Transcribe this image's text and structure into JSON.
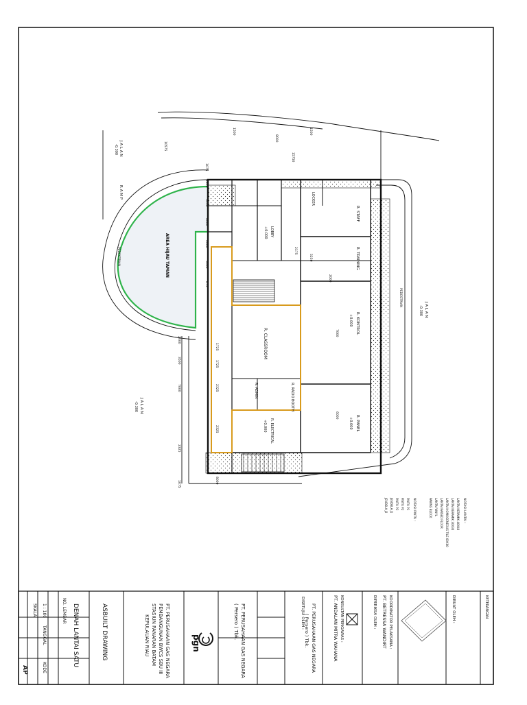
{
  "title_block": {
    "drawing_type": "ASBUILT DRAWING",
    "drawing_title": "DENAH LANTAI SATU",
    "company_lines": [
      "PT. PERUSAHAAN GAS NEGARA",
      "PEMBANGUNAN BWCS SBU III",
      "STASIUN PANARAN BATAM",
      "KEPULAUAN RIAU"
    ],
    "owner_line1": "PT. PERUSAHAAN GAS NEGARA",
    "owner_line2": "( Persero ) Tbk.",
    "consultant_label": "KONSULTAN PENGAWAS :",
    "consultant_name": "PT. ANDALAN MITRA WAHANA",
    "contractor_label": "KOORDINATOR PELAKSANA :",
    "contractor_name": "PT. BETRESSA WANDIRT",
    "checked_label": "DIPERIKSA OLEH :",
    "drawn_label": "DIBUAT OLEH :",
    "approved_label": "DISETUJUI OLEH :",
    "notes_label": "KETERANGAN",
    "scale_label": "SKALA",
    "scale_value": "1 : 100",
    "date_label": "TANGGAL",
    "sheet_label": "NO. LEMBAR",
    "code_label": "KODE",
    "doc_no": "AP",
    "logo_text": "pgn"
  },
  "plan": {
    "rooms": [
      {
        "name": "AREA HIJAU TAMAN"
      },
      {
        "name": "R. CLASSROOM"
      },
      {
        "name": "R. KONTROL",
        "code": "+0.000"
      },
      {
        "name": "R. PANEL",
        "code": "+0.000"
      },
      {
        "name": "R. ELECTRICAL",
        "code": "+0.000"
      },
      {
        "name": "R. ADMIN"
      },
      {
        "name": "R. RADIO BOOTH"
      },
      {
        "name": "R. STAFF"
      },
      {
        "name": "R. TRAINING"
      },
      {
        "name": "LOCKER"
      },
      {
        "name": "LOBBY",
        "code": "+0.000"
      }
    ],
    "road_labels": [
      "J A L A N",
      "J A L A N",
      "J A L A N",
      "R A M P"
    ],
    "road_levels": [
      "-0.300",
      "-0.300",
      "-0.300"
    ],
    "pedestrian_labels": [
      "PEDESTRIAN",
      "PEDESTRIAN"
    ],
    "dims_top": [
      "10575",
      "1500",
      "8000",
      "1500",
      "15750"
    ],
    "dims_grid": [
      "1075",
      "2850",
      "5150",
      "4060",
      "2000",
      "3000",
      "675"
    ],
    "dims_left": [
      "2000",
      "3500",
      "7000",
      "2325",
      "1075"
    ],
    "dims_inner": [
      "2175",
      "5250",
      "2000",
      "7000",
      "6000"
    ],
    "dims_bottom": [
      "8000",
      "1725",
      "1725",
      "2325",
      "2325"
    ]
  },
  "legend": {
    "title": "NOTASI LANTAI :",
    "items": [
      "LANTAI KERAMIK 40X40",
      "LANTAI KERAMIK 30X30",
      "LANTAI HOMOGENEOUS TILE 60X60",
      "LANTAI RAISED FLOOR",
      "LANTAI VINYL",
      "PAVING BLOCK"
    ],
    "title2": "NOTASI PINTU :",
    "items2": [
      "PINTU P1",
      "PINTU P2",
      "PINTU P3",
      "JENDELA J1",
      "JENDELA J2"
    ]
  },
  "colors": {
    "green_outline": "#2eb34a",
    "orange_outline": "#d89a1c",
    "line": "#111111",
    "hatch": "#555555"
  }
}
